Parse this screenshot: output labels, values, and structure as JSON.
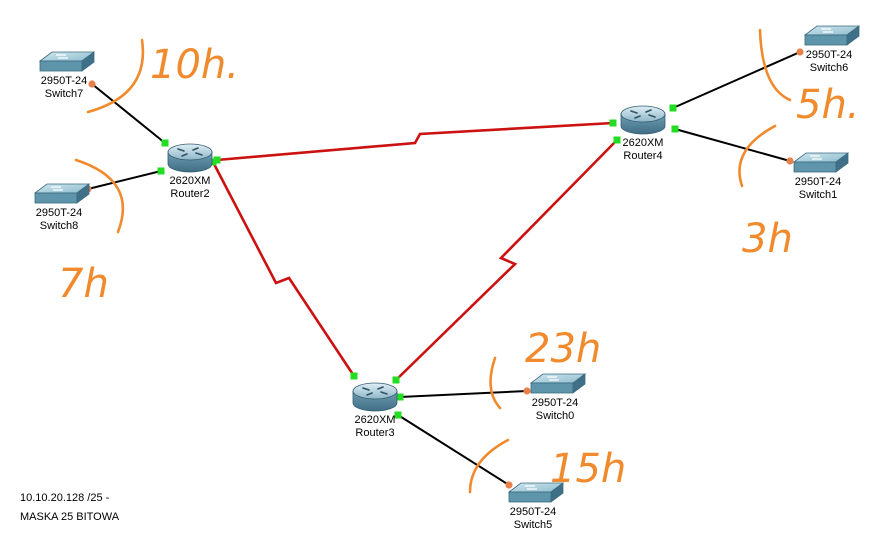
{
  "devices": [
    {
      "id": "router2",
      "type": "router",
      "model": "2620XM",
      "name": "Router2"
    },
    {
      "id": "router3",
      "type": "router",
      "model": "2620XM",
      "name": "Router3"
    },
    {
      "id": "router4",
      "type": "router",
      "model": "2620XM",
      "name": "Router4"
    },
    {
      "id": "switch0",
      "type": "switch",
      "model": "2950T-24",
      "name": "Switch0"
    },
    {
      "id": "switch1",
      "type": "switch",
      "model": "2950T-24",
      "name": "Switch1"
    },
    {
      "id": "switch5",
      "type": "switch",
      "model": "2950T-24",
      "name": "Switch5"
    },
    {
      "id": "switch6",
      "type": "switch",
      "model": "2950T-24",
      "name": "Switch6"
    },
    {
      "id": "switch7",
      "type": "switch",
      "model": "2950T-24",
      "name": "Switch7"
    },
    {
      "id": "switch8",
      "type": "switch",
      "model": "2950T-24",
      "name": "Switch8"
    }
  ],
  "links": [
    {
      "from": "router2",
      "to": "router4",
      "kind": "serial",
      "color": "#cc1111"
    },
    {
      "from": "router2",
      "to": "router3",
      "kind": "serial",
      "color": "#cc1111"
    },
    {
      "from": "router3",
      "to": "router4",
      "kind": "serial",
      "color": "#cc1111"
    },
    {
      "from": "router2",
      "to": "switch7",
      "kind": "ethernet",
      "color": "#000000"
    },
    {
      "from": "router2",
      "to": "switch8",
      "kind": "ethernet",
      "color": "#000000"
    },
    {
      "from": "router4",
      "to": "switch6",
      "kind": "ethernet",
      "color": "#000000"
    },
    {
      "from": "router4",
      "to": "switch1",
      "kind": "ethernet",
      "color": "#000000"
    },
    {
      "from": "router3",
      "to": "switch0",
      "kind": "ethernet",
      "color": "#000000"
    },
    {
      "from": "router3",
      "to": "switch5",
      "kind": "ethernet",
      "color": "#000000"
    }
  ],
  "annotations": [
    {
      "id": "switch7",
      "text": "10h."
    },
    {
      "id": "switch8",
      "text": "7h"
    },
    {
      "id": "switch6",
      "text": "5h."
    },
    {
      "id": "switch1",
      "text": "3h"
    },
    {
      "id": "switch0",
      "text": "23h"
    },
    {
      "id": "switch5",
      "text": "15h"
    }
  ],
  "note": {
    "line1": "10.10.20.128 /25 -",
    "line2": "MASKA 25 BITOWA"
  },
  "colors": {
    "serial_link": "#cc1111",
    "ethernet_link": "#000000",
    "port_up": "#22dd22",
    "port_switch": "#e8804a",
    "handwriting": "#f08a2c",
    "router_body": "#5f8fa8",
    "switch_body": "#6fa3b8"
  }
}
